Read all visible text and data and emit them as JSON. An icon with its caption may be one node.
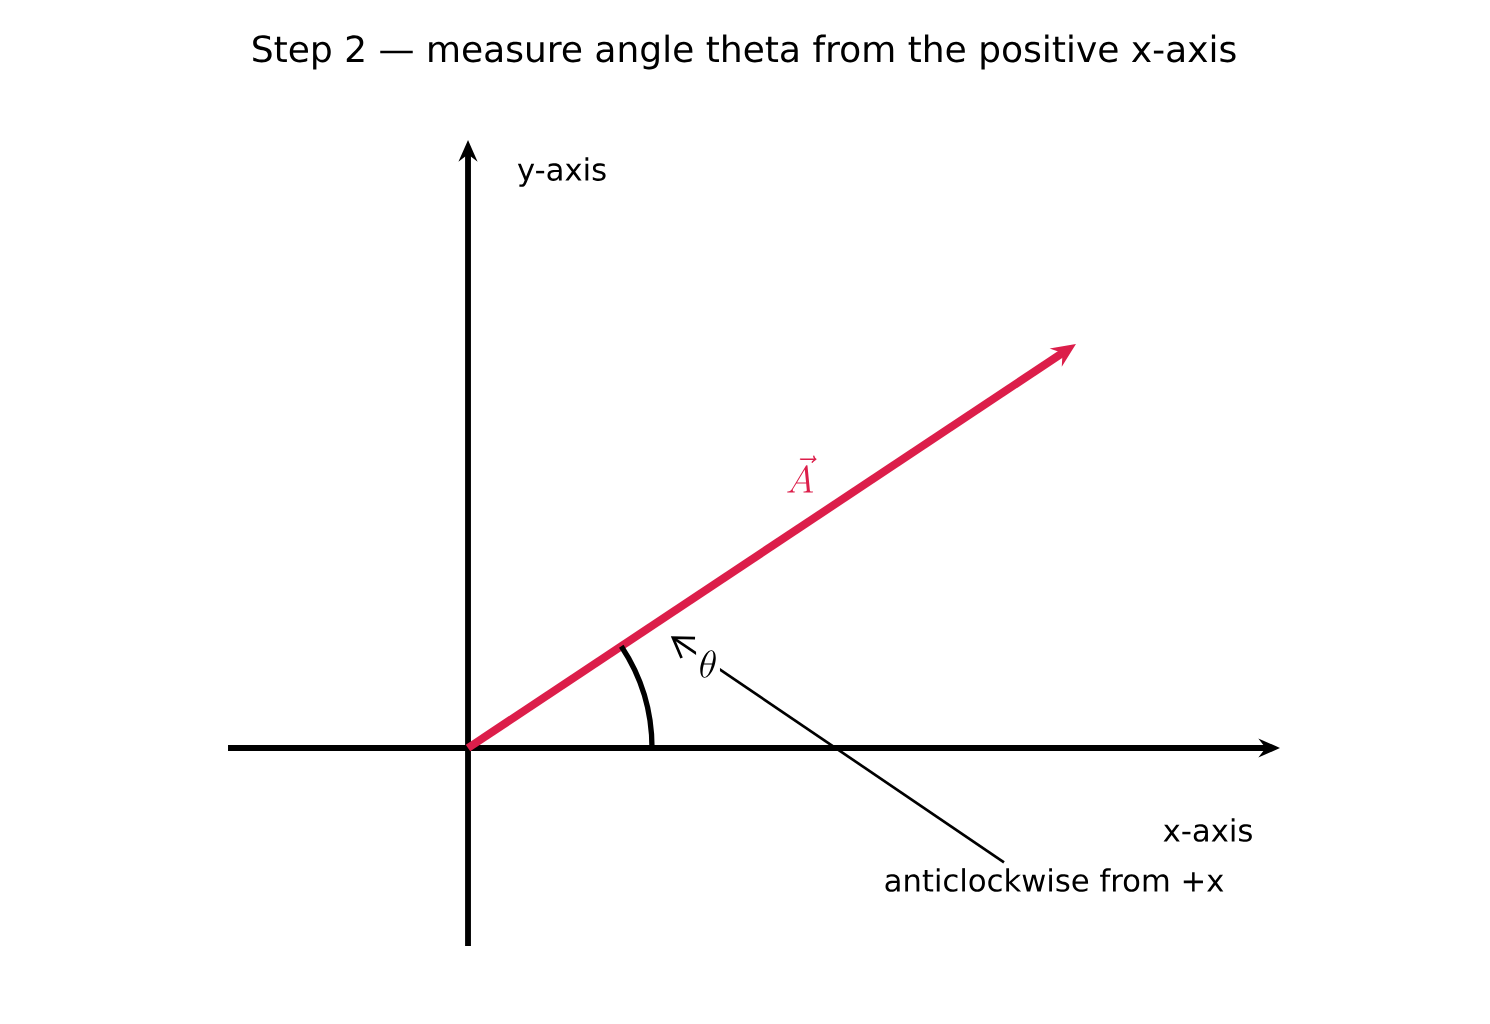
{
  "diagram": {
    "title": "Step 2  —  measure angle theta from the positive x-axis",
    "nodes": [
      {
        "text": [
          "anticlockwise from +x"
        ]
      },
      {
        "text": [],
        "shape": "arc"
      }
    ],
    "edges": [
      {
        "from": 0,
        "to": 1,
        "arrow": "to"
      }
    ],
    "labels": [
      "y-axis",
      "\\vec{A}",
      "\\theta",
      "x-axis"
    ]
  }
}
